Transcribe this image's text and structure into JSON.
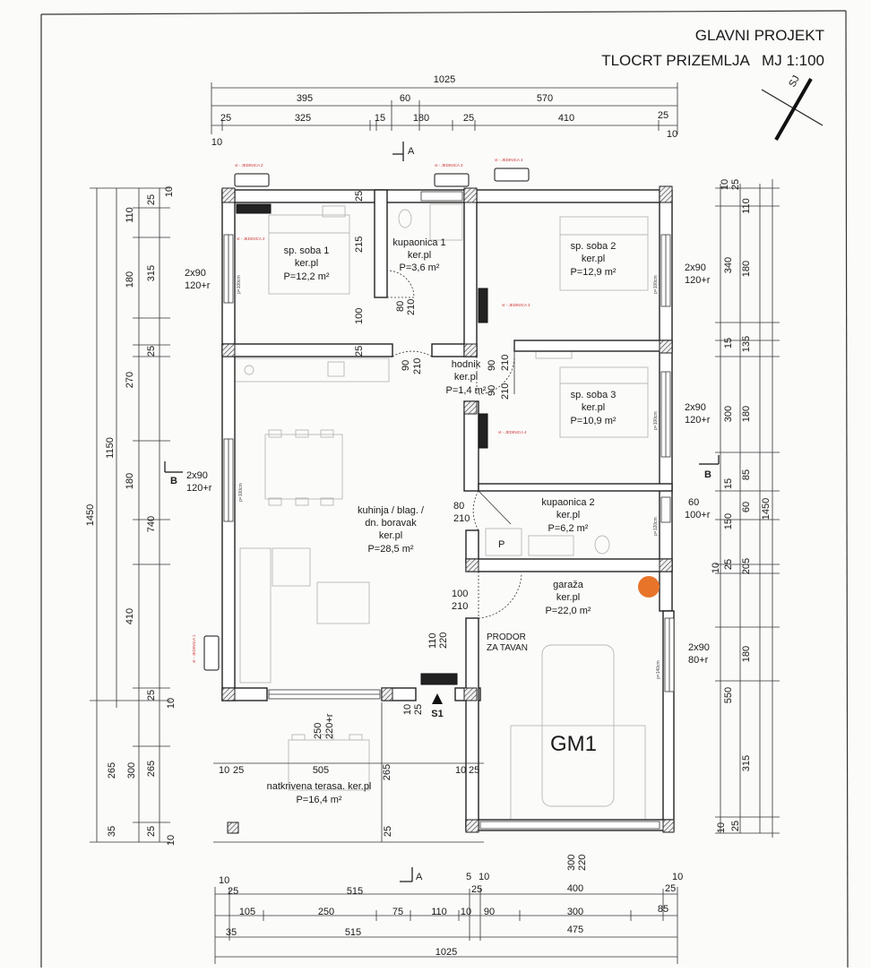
{
  "header": {
    "line1": "GLAVNI PROJEKT",
    "line2": "TLOCRT PRIZEMLJA   MJ 1:100"
  },
  "north_label": "SJ",
  "section_markers": {
    "a": "A",
    "b": "B",
    "entry": "S1"
  },
  "rooms": [
    {
      "id": "bed1",
      "name": "sp. soba 1",
      "finish": "ker.pl",
      "area": "P=12,2 m²"
    },
    {
      "id": "bath1",
      "name": "kupaonica 1",
      "finish": "ker.pl",
      "area": "P=3,6 m²"
    },
    {
      "id": "bed2",
      "name": "sp. soba 2",
      "finish": "ker.pl",
      "area": "P=12,9 m²"
    },
    {
      "id": "hall",
      "name": "hodnik",
      "finish": "ker.pl",
      "area": "P=1,4 m²"
    },
    {
      "id": "bed3",
      "name": "sp. soba 3",
      "finish": "ker.pl",
      "area": "P=10,9 m²"
    },
    {
      "id": "bath2",
      "name": "kupaonica 2",
      "finish": "ker.pl",
      "area": "P=6,2 m²"
    },
    {
      "id": "kitchen",
      "name": "kuhinja / blag. /",
      "name2": "dn. boravak",
      "finish": "ker.pl",
      "area": "P=28,5 m²"
    },
    {
      "id": "garage",
      "name": "garaža",
      "finish": "ker.pl",
      "area": "P=22,0 m²"
    },
    {
      "id": "terrace",
      "name": "natkrivena terasa. ker.pl",
      "area": "P=16,4 m²"
    }
  ],
  "labels": {
    "gm1": "GM1",
    "prodor1": "PRODOR",
    "prodor2": "ZA TAVAN",
    "p": "P"
  },
  "windows": {
    "bed1": [
      "2x90",
      "120+r"
    ],
    "bed2": [
      "2x90",
      "120+r"
    ],
    "bed3": [
      "2x90",
      "120+r"
    ],
    "kitchen": [
      "2x90",
      "120+r"
    ],
    "bath2": [
      "60",
      "100+r"
    ],
    "garage": [
      "2x90",
      "80+r"
    ],
    "terrace": [
      "250",
      "220+r"
    ],
    "garage_door": [
      "300",
      "220"
    ]
  },
  "doors": {
    "bath1": [
      "80",
      "210"
    ],
    "hall_l": [
      "90",
      "210"
    ],
    "hall_v": [
      "90",
      "210"
    ],
    "hall_r": [
      "90",
      "210"
    ],
    "bath2": [
      "80",
      "210"
    ],
    "garage": [
      "100",
      "210"
    ],
    "attic": [
      "110",
      "220"
    ]
  },
  "parapets": {
    "a": "p=100cm",
    "b": "p=120cm",
    "c": "p=140cm"
  },
  "appliance_tags": {
    "a": "vt - JEDINICA 1",
    "b": "vt - JEDINICA 2",
    "c": "vt - JEDINICA 3",
    "d": "vt - JEDINICA 4"
  },
  "dimensions": {
    "top_total": "1025",
    "top_395": "395",
    "top_60": "60",
    "top_570": "570",
    "top_25a": "25",
    "top_325": "325",
    "top_15": "15",
    "top_180": "180",
    "top_25b": "25",
    "top_410": "410",
    "top_25c": "25",
    "top_10a": "10",
    "top_10b": "10",
    "left_1450": "1450",
    "left_1150": "1150",
    "left_110": "110",
    "left_315": "315",
    "left_180a": "180",
    "left_25a": "25",
    "left_270": "270",
    "left_180b": "180",
    "left_740": "740",
    "left_410": "410",
    "left_25b": "25",
    "left_10a": "10",
    "left_10b": "10",
    "left_265a": "265",
    "left_300": "300",
    "left_265b": "265",
    "left_35": "35",
    "left_25c": "25",
    "left_10c": "10",
    "left_25d": "25",
    "right_1450": "1450",
    "right_340": "340",
    "right_135": "135",
    "right_300": "300",
    "right_85": "85",
    "right_150": "150",
    "right_205": "205",
    "right_550": "550",
    "right_315": "315",
    "right_110": "110",
    "right_180a": "180",
    "right_15a": "15",
    "right_180b": "180",
    "right_15b": "15",
    "right_60": "60",
    "right_25a": "25",
    "right_10a": "10",
    "right_180c": "180",
    "right_25b": "25",
    "right_10b": "10",
    "right_10c": "10",
    "inner_215": "215",
    "inner_100": "100",
    "inner_25a": "25",
    "inner_25b": "25",
    "inner_265": "265",
    "inner_505": "505",
    "inner_10a": "10",
    "inner_25c": "25",
    "inner_10b": "10",
    "inner_25d": "25",
    "inner_10c": "10",
    "inner_25e": "25",
    "inner_25f": "25",
    "bot_10a": "10",
    "bot_25a": "25",
    "bot_515a": "515",
    "bot_5": "5",
    "bot_10b": "10",
    "bot_25b": "25",
    "bot_400": "400",
    "bot_10c": "10",
    "bot_25c": "25",
    "bot_105": "105",
    "bot_250": "250",
    "bot_75": "75",
    "bot_110": "110",
    "bot_10d": "10",
    "bot_90": "90",
    "bot_300": "300",
    "bot_85": "85",
    "bot_35": "35",
    "bot_515b": "515",
    "bot_475": "475",
    "bot_total": "1025"
  },
  "colors": {
    "wall": "#222222",
    "line": "#333333",
    "furniture": "#b8b8b8",
    "marker": "#e8742a",
    "red_tag": "#cc3333"
  }
}
